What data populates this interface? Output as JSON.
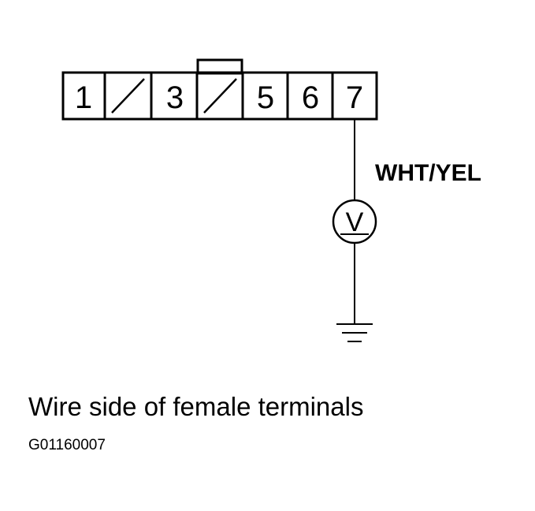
{
  "connector": {
    "terminals": [
      {
        "label": "1",
        "empty": false
      },
      {
        "label": "",
        "empty": true
      },
      {
        "label": "3",
        "empty": false
      },
      {
        "label": "",
        "empty": true
      },
      {
        "label": "5",
        "empty": false
      },
      {
        "label": "6",
        "empty": false
      },
      {
        "label": "7",
        "empty": false
      }
    ]
  },
  "wire": {
    "color_label": "WHT/YEL"
  },
  "meter": {
    "symbol": "V",
    "icon": "voltmeter-icon"
  },
  "ground": {
    "icon": "ground-icon"
  },
  "caption": "Wire side of female terminals",
  "figure_code": "G01160007"
}
